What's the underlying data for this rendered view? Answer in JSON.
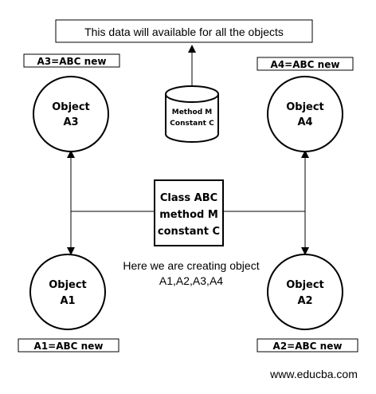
{
  "header_note": "This data will available for all the objects",
  "database": {
    "line1": "Method M",
    "line2": "Constant C"
  },
  "class_box": {
    "line1": "Class ABC",
    "line2": "method M",
    "line3": "constant C"
  },
  "caption": {
    "line1": "Here we are creating object",
    "line2": "A1,A2,A3,A4"
  },
  "objects": {
    "a3": {
      "label_line1": "Object",
      "label_line2": "A3",
      "tag": "A3=ABC new"
    },
    "a4": {
      "label_line1": "Object",
      "label_line2": "A4",
      "tag": "A4=ABC new"
    },
    "a1": {
      "label_line1": "Object",
      "label_line2": "A1",
      "tag": "A1=ABC new"
    },
    "a2": {
      "label_line1": "Object",
      "label_line2": "A2",
      "tag": "A2=ABC new"
    }
  },
  "watermark": "www.educba.com"
}
